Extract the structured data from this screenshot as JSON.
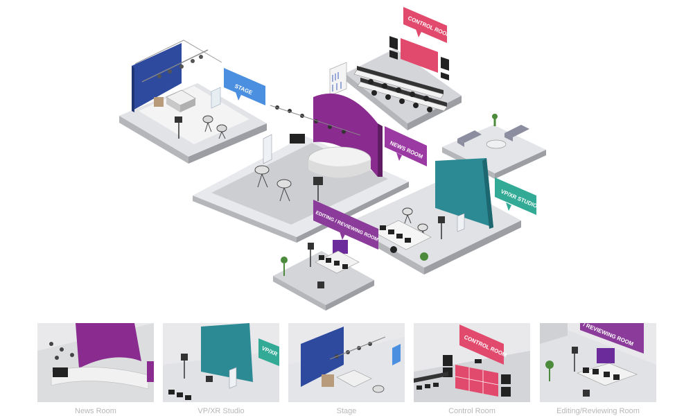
{
  "colors": {
    "stage": "#2d4a9e",
    "news": "#8a2b8f",
    "control": "#e14a6c",
    "vpxr": "#2b8a94",
    "vpxr_tag": "#33aa95",
    "stage_tag": "#4a8fe0",
    "editing": "#8b3c9a",
    "floor": "#d4d5d8",
    "floor_side": "#a6a8ac"
  },
  "rooms": {
    "stage": {
      "tag": "STAGE"
    },
    "control": {
      "tag": "CONTROL ROOM"
    },
    "news": {
      "tag": "NEWS ROOM"
    },
    "vpxr": {
      "tag": "VP/XR STUDIO"
    },
    "editing": {
      "tag": "EDITING / REVIEWING ROOM"
    }
  },
  "thumbnails": [
    {
      "label": "News Room",
      "icon": "news-room-thumbnail"
    },
    {
      "label": "VP/XR Studio",
      "icon": "vpxr-studio-thumbnail"
    },
    {
      "label": "Stage",
      "icon": "stage-thumbnail"
    },
    {
      "label": "Control Room",
      "icon": "control-room-thumbnail"
    },
    {
      "label": "Editing/Reviewing Room",
      "icon": "editing-room-thumbnail"
    }
  ],
  "thumb_tags": {
    "vpxr": "VP/XR",
    "control": "CONTROL ROOM",
    "editing": "/ REVIEWING ROOM"
  }
}
